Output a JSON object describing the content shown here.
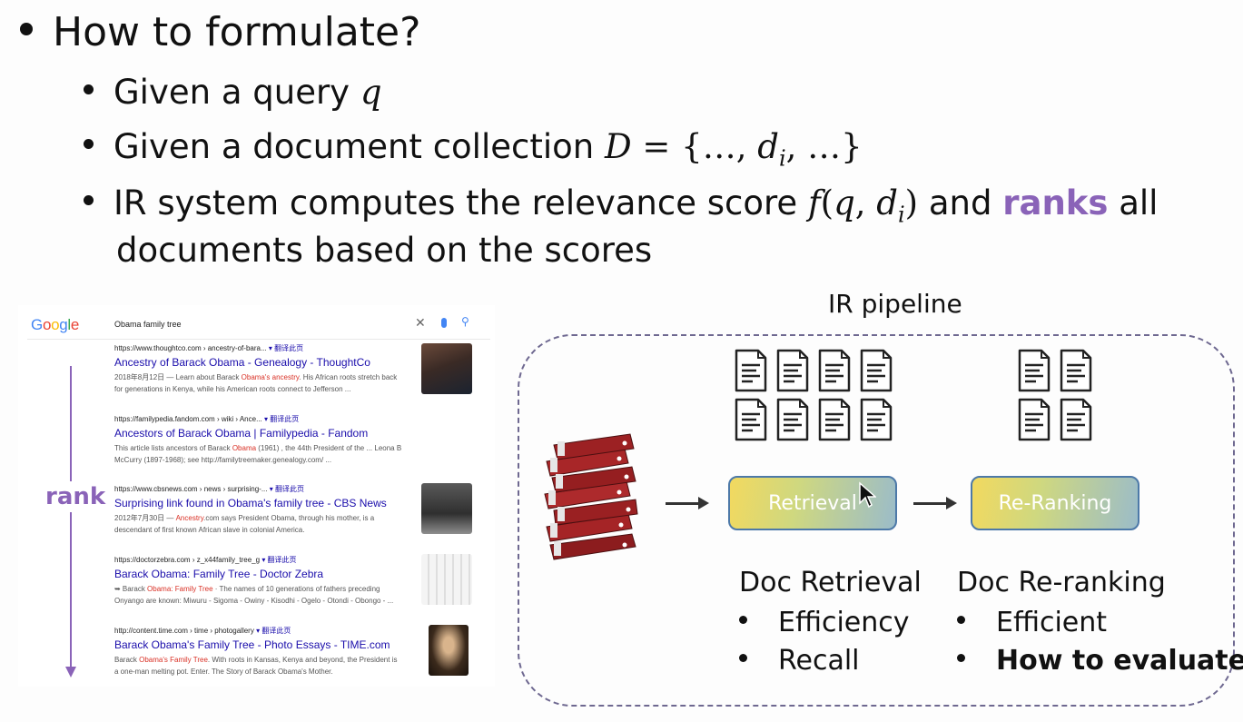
{
  "bullets": {
    "main": "How to formulate?",
    "given_query_prefix": "Given a query ",
    "given_query_var": "q",
    "given_collection_prefix": "Given a document collection ",
    "collection_D": "D",
    "collection_eq": " = {…, ",
    "collection_d": "d",
    "collection_i": "i",
    "collection_close": ", …}",
    "ir_prefix": "IR system computes the relevance score ",
    "ir_f": "f",
    "ir_open": "(",
    "ir_q": "q",
    "ir_comma": ", ",
    "ir_d": "d",
    "ir_i": "i",
    "ir_close": ")",
    "ir_and": " and ",
    "ir_ranks": "ranks",
    "ir_all": " all",
    "ir_line2": "documents based on the scores"
  },
  "search": {
    "logo": "Google",
    "query": "Obama family tree",
    "results": [
      {
        "url": "https://www.thoughtco.com › ancestry-of-bara...",
        "translate": "▾ 翻译此页",
        "title": "Ancestry of Barack Obama - Genealogy - ThoughtCo",
        "snippet1_a": "2018年8月12日 — Learn about Barack ",
        "snippet1_hl": "Obama's ancestry",
        "snippet1_b": ". His African roots stretch back",
        "snippet2": "for generations in Kenya, while his American roots connect to Jefferson ..."
      },
      {
        "url": "https://familypedia.fandom.com › wiki › Ance...",
        "translate": "▾ 翻译此页",
        "title": "Ancestors of Barack Obama | Familypedia - Fandom",
        "snippet1_a": "This article lists ancestors of Barack ",
        "snippet1_hl": "Obama",
        "snippet1_b": " (1961) , the 44th President of the ... Leona B",
        "snippet2": "McCurry (1897-1968); see http://familytreemaker.genealogy.com/ ..."
      },
      {
        "url": "https://www.cbsnews.com › news › surprising-...",
        "translate": "▾ 翻译此页",
        "title": "Surprising link found in Obama's family tree - CBS News",
        "snippet1_a": "2012年7月30日 — ",
        "snippet1_hl": "Ancestry",
        "snippet1_b": ".com says President Obama, through his mother, is a",
        "snippet2": "descendant of first known African slave in colonial America."
      },
      {
        "url": "https://doctorzebra.com › z_x44family_tree_g",
        "translate": "▾ 翻译此页",
        "title": "Barack Obama: Family Tree - Doctor Zebra",
        "snippet1_a": "➥ Barack ",
        "snippet1_hl": "Obama: Family Tree",
        "snippet1_b": " · The names of 10 generations of fathers preceding",
        "snippet2": "Onyango are known: Miwuru - Sigoma - Owiny - Kisodhi - Ogelo - Otondi - Obongo - ..."
      },
      {
        "url": "http://content.time.com › time › photogallery",
        "translate": "▾ 翻译此页",
        "title": "Barack Obama's Family Tree - Photo Essays - TIME.com",
        "snippet1_a": "Barack ",
        "snippet1_hl": "Obama's Family Tree",
        "snippet1_b": ". With roots in Kansas, Kenya and beyond, the President is",
        "snippet2": "a one-man melting pot. Enter. The Story of Barack Obama's Mother."
      }
    ]
  },
  "rank_label": "rank",
  "pipeline": {
    "title": "IR pipeline",
    "stage1": "Retrieval",
    "stage2": "Re-Ranking",
    "col1_heading": "Doc Retrieval",
    "col1_items": [
      "Efficiency",
      "Recall"
    ],
    "col2_heading": "Doc Re-ranking",
    "col2_items": [
      "Efficient",
      "How to evaluate"
    ]
  },
  "colors": {
    "accent": "#8a63b8",
    "link": "#1a0dab",
    "highlight": "#d93025"
  }
}
